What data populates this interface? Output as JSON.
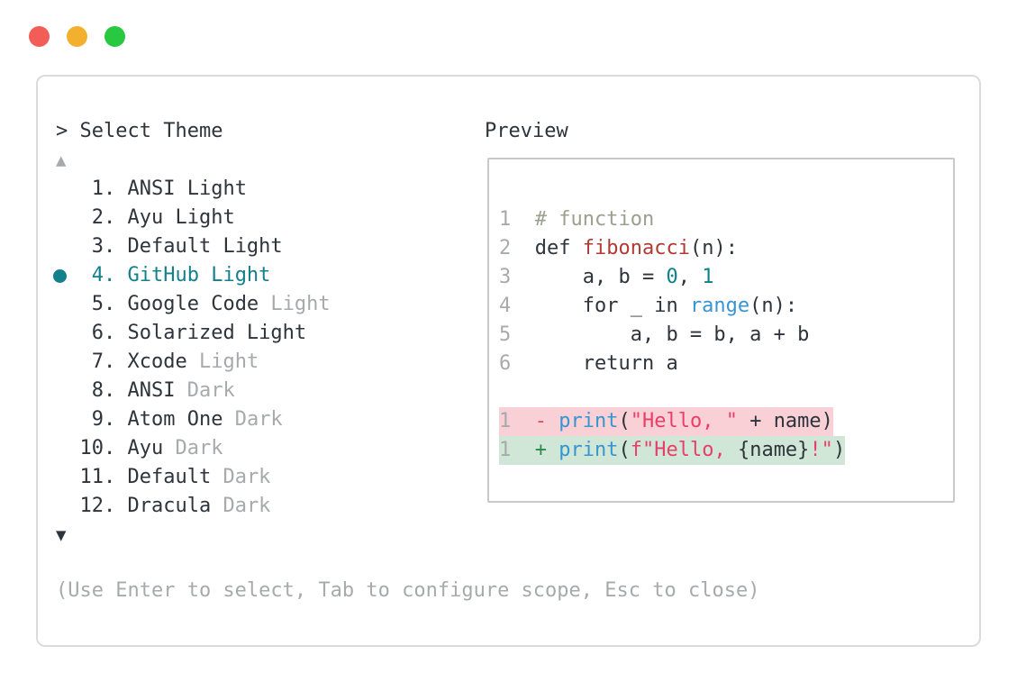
{
  "colors": {
    "dark": "#2d343b",
    "gray": "#a7aaac",
    "teal": "#14808c",
    "comment": "#9ba18e",
    "funcred": "#b13a32",
    "numteal": "#0f808d",
    "blue": "#3795d0",
    "string": "#e73f68",
    "minus": "#dd4f5f",
    "plus": "#2c8a4b",
    "delbg": "#f8d0d6",
    "addbg": "#d0e7d8",
    "border1": "#dbdbdb",
    "border2": "#c9c9c9",
    "tred": "#f25d58",
    "tyellow": "#f3b02f",
    "tgreen": "#28c840"
  },
  "window": {
    "traffic_lights": [
      "close",
      "minimize",
      "zoom"
    ]
  },
  "picker": {
    "prompt": ">",
    "title": "Select Theme",
    "scroll_up_icon": "▲",
    "scroll_down_icon": "▼",
    "items": [
      {
        "number": "1",
        "name": "ANSI Light",
        "suffix": "",
        "selected": false
      },
      {
        "number": "2",
        "name": "Ayu Light",
        "suffix": "",
        "selected": false
      },
      {
        "number": "3",
        "name": "Default Light",
        "suffix": "",
        "selected": false
      },
      {
        "number": "4",
        "name": "GitHub Light",
        "suffix": "",
        "selected": true
      },
      {
        "number": "5",
        "name": "Google Code",
        "suffix": "Light",
        "selected": false
      },
      {
        "number": "6",
        "name": "Solarized Light",
        "suffix": "",
        "selected": false
      },
      {
        "number": "7",
        "name": "Xcode",
        "suffix": "Light",
        "selected": false
      },
      {
        "number": "8",
        "name": "ANSI",
        "suffix": "Dark",
        "selected": false
      },
      {
        "number": "9",
        "name": "Atom One",
        "suffix": "Dark",
        "selected": false
      },
      {
        "number": "10",
        "name": "Ayu",
        "suffix": "Dark",
        "selected": false
      },
      {
        "number": "11",
        "name": "Default",
        "suffix": "Dark",
        "selected": false
      },
      {
        "number": "12",
        "name": "Dracula",
        "suffix": "Dark",
        "selected": false
      }
    ],
    "hint": "(Use Enter to select, Tab to configure scope, Esc to close)"
  },
  "preview": {
    "title": "Preview",
    "code_lines": [
      {
        "num": "1",
        "tokens": [
          [
            "# function",
            "comment"
          ]
        ]
      },
      {
        "num": "2",
        "tokens": [
          [
            "def ",
            "dark"
          ],
          [
            "fibonacci",
            "funcred"
          ],
          [
            "(n):",
            "dark"
          ]
        ]
      },
      {
        "num": "3",
        "tokens": [
          [
            "    a, b = ",
            "dark"
          ],
          [
            "0",
            "numteal"
          ],
          [
            ", ",
            "dark"
          ],
          [
            "1",
            "numteal"
          ]
        ]
      },
      {
        "num": "4",
        "tokens": [
          [
            "    for _ in ",
            "dark"
          ],
          [
            "range",
            "blue"
          ],
          [
            "(n):",
            "dark"
          ]
        ]
      },
      {
        "num": "5",
        "tokens": [
          [
            "        a, b = b, a + b",
            "dark"
          ]
        ]
      },
      {
        "num": "6",
        "tokens": [
          [
            "    return a",
            "dark"
          ]
        ]
      }
    ],
    "diff_lines": [
      {
        "num": "1",
        "kind": "del",
        "tokens": [
          [
            "- ",
            "minus"
          ],
          [
            "print",
            "blue"
          ],
          [
            "(",
            "dark"
          ],
          [
            "\"Hello, \"",
            "string"
          ],
          [
            " + name)",
            "dark"
          ]
        ]
      },
      {
        "num": "1",
        "kind": "add",
        "tokens": [
          [
            "+ ",
            "plus"
          ],
          [
            "print",
            "blue"
          ],
          [
            "(",
            "dark"
          ],
          [
            "f\"Hello, ",
            "string"
          ],
          [
            "{name}",
            "dark"
          ],
          [
            "!\"",
            "string"
          ],
          [
            ")",
            "dark"
          ]
        ]
      }
    ]
  }
}
